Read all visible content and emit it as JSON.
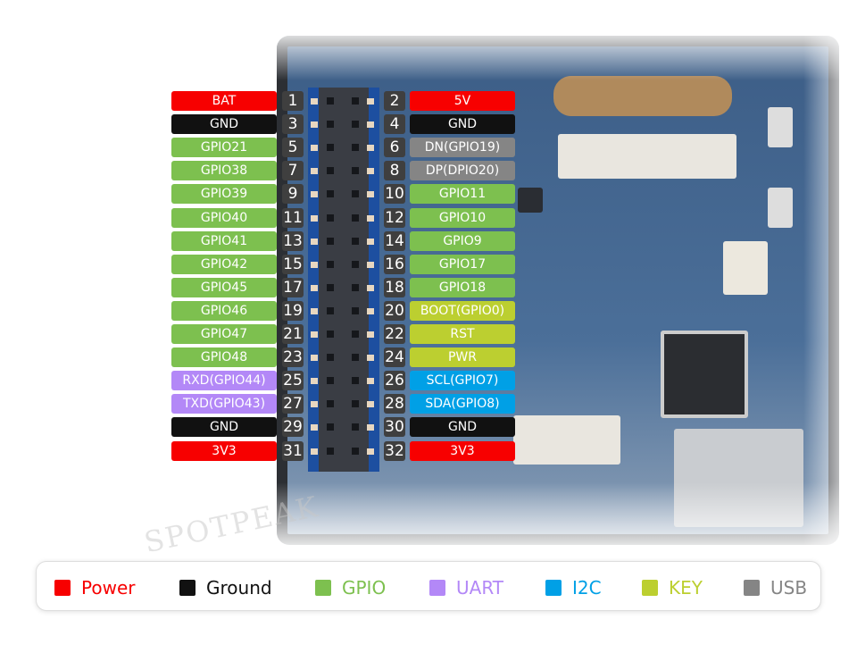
{
  "colors": {
    "Power": "#f70000",
    "Ground": "#111111",
    "GPIO": "#7dc04f",
    "UART": "#b388f7",
    "I2C": "#00a0e6",
    "KEY": "#bccf30",
    "USB": "#858585"
  },
  "watermark": "SPOTPEAK",
  "pins": [
    {
      "n": 1,
      "label": "BAT",
      "type": "Power"
    },
    {
      "n": 2,
      "label": "5V",
      "type": "Power"
    },
    {
      "n": 3,
      "label": "GND",
      "type": "Ground"
    },
    {
      "n": 4,
      "label": "GND",
      "type": "Ground"
    },
    {
      "n": 5,
      "label": "GPIO21",
      "type": "GPIO"
    },
    {
      "n": 6,
      "label": "DN(GPIO19)",
      "type": "USB"
    },
    {
      "n": 7,
      "label": "GPIO38",
      "type": "GPIO"
    },
    {
      "n": 8,
      "label": "DP(DPIO20)",
      "type": "USB"
    },
    {
      "n": 9,
      "label": "GPIO39",
      "type": "GPIO"
    },
    {
      "n": 10,
      "label": "GPIO11",
      "type": "GPIO"
    },
    {
      "n": 11,
      "label": "GPIO40",
      "type": "GPIO"
    },
    {
      "n": 12,
      "label": "GPIO10",
      "type": "GPIO"
    },
    {
      "n": 13,
      "label": "GPIO41",
      "type": "GPIO"
    },
    {
      "n": 14,
      "label": "GPIO9",
      "type": "GPIO"
    },
    {
      "n": 15,
      "label": "GPIO42",
      "type": "GPIO"
    },
    {
      "n": 16,
      "label": "GPIO17",
      "type": "GPIO"
    },
    {
      "n": 17,
      "label": "GPIO45",
      "type": "GPIO"
    },
    {
      "n": 18,
      "label": "GPIO18",
      "type": "GPIO"
    },
    {
      "n": 19,
      "label": "GPIO46",
      "type": "GPIO"
    },
    {
      "n": 20,
      "label": "BOOT(GPIO0)",
      "type": "KEY"
    },
    {
      "n": 21,
      "label": "GPIO47",
      "type": "GPIO"
    },
    {
      "n": 22,
      "label": "RST",
      "type": "KEY"
    },
    {
      "n": 23,
      "label": "GPIO48",
      "type": "GPIO"
    },
    {
      "n": 24,
      "label": "PWR",
      "type": "KEY"
    },
    {
      "n": 25,
      "label": "RXD(GPIO44)",
      "type": "UART"
    },
    {
      "n": 26,
      "label": "SCL(GPIO7)",
      "type": "I2C"
    },
    {
      "n": 27,
      "label": "TXD(GPIO43)",
      "type": "UART"
    },
    {
      "n": 28,
      "label": "SDA(GPIO8)",
      "type": "I2C"
    },
    {
      "n": 29,
      "label": "GND",
      "type": "Ground"
    },
    {
      "n": 30,
      "label": "GND",
      "type": "Ground"
    },
    {
      "n": 31,
      "label": "3V3",
      "type": "Power"
    },
    {
      "n": 32,
      "label": "3V3",
      "type": "Power"
    }
  ],
  "legend": [
    {
      "label": "Power"
    },
    {
      "label": "Ground"
    },
    {
      "label": "GPIO"
    },
    {
      "label": "UART"
    },
    {
      "label": "I2C"
    },
    {
      "label": "KEY"
    },
    {
      "label": "USB"
    }
  ]
}
